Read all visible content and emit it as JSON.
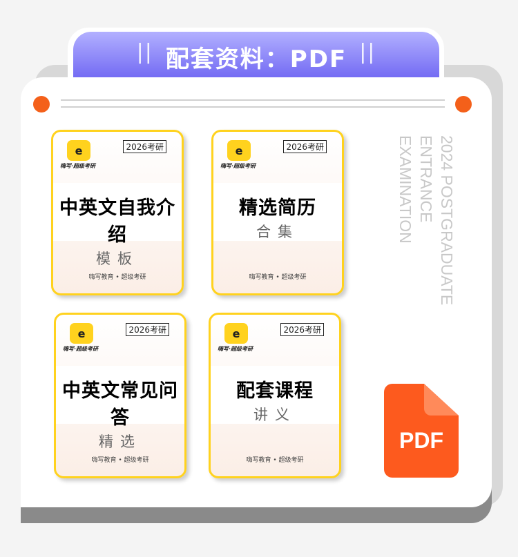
{
  "header": {
    "title": "配套资料：PDF",
    "deco": "||"
  },
  "books": [
    {
      "logo_text": "嗨写·超级考研",
      "year": "2026考研",
      "title": "中英文自我介绍",
      "subtitle": "模板",
      "footer": "嗨写教育 • 超级考研"
    },
    {
      "logo_text": "嗨写·超级考研",
      "year": "2026考研",
      "title": "精选简历",
      "subtitle": "合集",
      "footer": "嗨写教育 • 超级考研"
    },
    {
      "logo_text": "嗨写·超级考研",
      "year": "2026考研",
      "title": "中英文常见问答",
      "subtitle": "精选",
      "footer": "嗨写教育 • 超级考研"
    },
    {
      "logo_text": "嗨写·超级考研",
      "year": "2026考研",
      "title": "配套课程",
      "subtitle": "讲义",
      "footer": "嗨写教育 • 超级考研"
    }
  ],
  "vertical_text": [
    "2024 POSTGRADUATE",
    "ENTRANCE",
    "EXAMINATION"
  ],
  "pdf_icon": {
    "label": "PDF",
    "color": "#fd5a1e"
  },
  "colors": {
    "accent": "#6c63f2",
    "book_border": "#ffd21e",
    "dot": "#f4601a"
  }
}
